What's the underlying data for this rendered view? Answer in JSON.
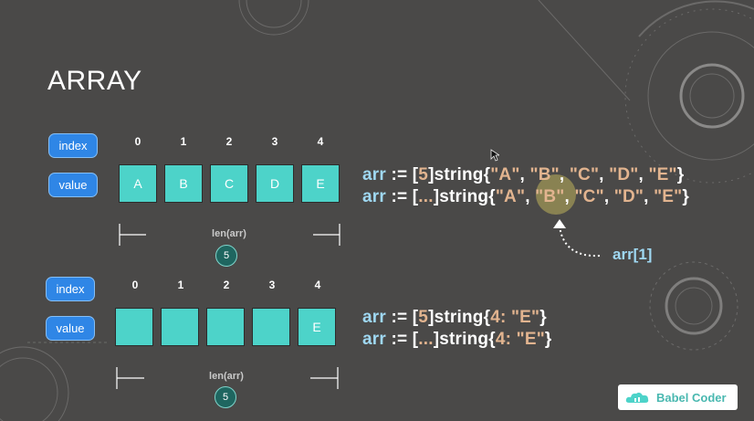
{
  "title": "ARRAY",
  "diagram1": {
    "index_label": "index",
    "value_label": "value",
    "indices": [
      "0",
      "1",
      "2",
      "3",
      "4"
    ],
    "values": [
      "A",
      "B",
      "C",
      "D",
      "E"
    ],
    "len_label": "len(arr)",
    "len_value": "5"
  },
  "diagram2": {
    "index_label": "index",
    "value_label": "value",
    "indices": [
      "0",
      "1",
      "2",
      "3",
      "4"
    ],
    "values": [
      "",
      "",
      "",
      "",
      "E"
    ],
    "len_label": "len(arr)",
    "len_value": "5"
  },
  "code1": {
    "line1": [
      {
        "t": "arr",
        "c": "n"
      },
      {
        "t": " := ",
        "c": "w"
      },
      {
        "t": "[",
        "c": "w"
      },
      {
        "t": "5",
        "c": "o"
      },
      {
        "t": "]",
        "c": "w"
      },
      {
        "t": "string",
        "c": "w"
      },
      {
        "t": "{",
        "c": "w"
      },
      {
        "t": "\"A\"",
        "c": "o"
      },
      {
        "t": ", ",
        "c": "w"
      },
      {
        "t": "\"B\"",
        "c": "o"
      },
      {
        "t": ", ",
        "c": "w"
      },
      {
        "t": "\"C\"",
        "c": "o"
      },
      {
        "t": ", ",
        "c": "w"
      },
      {
        "t": "\"D\"",
        "c": "o"
      },
      {
        "t": ", ",
        "c": "w"
      },
      {
        "t": "\"E\"",
        "c": "o"
      },
      {
        "t": "}",
        "c": "w"
      }
    ],
    "line2": [
      {
        "t": "arr",
        "c": "n"
      },
      {
        "t": " := ",
        "c": "w"
      },
      {
        "t": "[",
        "c": "w"
      },
      {
        "t": "...",
        "c": "o"
      },
      {
        "t": "]",
        "c": "w"
      },
      {
        "t": "string",
        "c": "w"
      },
      {
        "t": "{",
        "c": "w"
      },
      {
        "t": "\"A\"",
        "c": "o"
      },
      {
        "t": ", ",
        "c": "w"
      },
      {
        "t": "\"B\"",
        "c": "o"
      },
      {
        "t": ", ",
        "c": "w"
      },
      {
        "t": "\"C\"",
        "c": "o"
      },
      {
        "t": ", ",
        "c": "w"
      },
      {
        "t": "\"D\"",
        "c": "o"
      },
      {
        "t": ", ",
        "c": "w"
      },
      {
        "t": "\"E\"",
        "c": "o"
      },
      {
        "t": "}",
        "c": "w"
      }
    ]
  },
  "code2": {
    "line1": [
      {
        "t": "arr",
        "c": "n"
      },
      {
        "t": " := ",
        "c": "w"
      },
      {
        "t": "[",
        "c": "w"
      },
      {
        "t": "5",
        "c": "o"
      },
      {
        "t": "]",
        "c": "w"
      },
      {
        "t": "string",
        "c": "w"
      },
      {
        "t": "{",
        "c": "w"
      },
      {
        "t": "4: ",
        "c": "o"
      },
      {
        "t": "\"E\"",
        "c": "o"
      },
      {
        "t": "}",
        "c": "w"
      }
    ],
    "line2": [
      {
        "t": "arr",
        "c": "n"
      },
      {
        "t": " := ",
        "c": "w"
      },
      {
        "t": "[",
        "c": "w"
      },
      {
        "t": "...",
        "c": "o"
      },
      {
        "t": "]",
        "c": "w"
      },
      {
        "t": "string",
        "c": "w"
      },
      {
        "t": "{",
        "c": "w"
      },
      {
        "t": "4: ",
        "c": "o"
      },
      {
        "t": "\"E\"",
        "c": "o"
      },
      {
        "t": "}",
        "c": "w"
      }
    ]
  },
  "arrow_label": "arr[1]",
  "logo": {
    "text": "Babel Coder",
    "icon": "cloud-icon"
  },
  "colors": {
    "background": "#4a4948",
    "cell": "#4dd3c9",
    "pill": "#2f86e6",
    "code_identifier": "#9fd8f2",
    "code_literal": "#e2b48f",
    "highlight": "#d7c85f"
  }
}
